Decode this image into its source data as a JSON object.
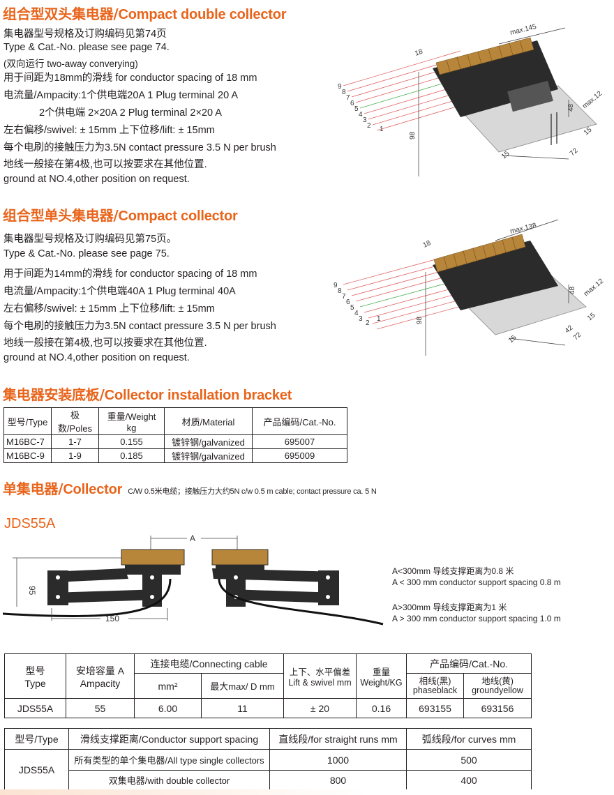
{
  "section1": {
    "title_cn": "组合型双头集电器/",
    "title_en": "Compact double collector",
    "lines": [
      "集电器型号规格及订购编码见第74页",
      "Type & Cat.-No. please see page 74.",
      "(双向运行 two-away converying)",
      "用于间距为18mm的滑线 for conductor spacing of 18 mm",
      "电流量/Ampacity:1个供电端20A    1 Plug terminal 20 A",
      "2个供电端 2×20A  2 Plug terminal 2×20 A",
      "左右偏移/swivel: ± 15mm   上下位移/lift: ± 15mm",
      "每个电刷的接触压力为3.5N contact pressure 3.5 N per brush",
      "地线一般接在第4极,也可以按要求在其他位置.",
      "ground at NO.4,other position on request."
    ],
    "dims": {
      "max": "max.145",
      "spacing": "18",
      "height": "98",
      "h48": "48",
      "max12": "max.12",
      "d15a": "15",
      "d72": "72",
      "d15b": "15"
    },
    "poles": [
      "9",
      "8",
      "7",
      "6",
      "5",
      "4",
      "3",
      "2",
      "1"
    ]
  },
  "section2": {
    "title_cn": "组合型单头集电器/",
    "title_en": "Compact  collector",
    "lines": [
      "集电器型号规格及订购编码见第75页。",
      "Type & Cat.-No. please see page 75.",
      "用于间距为14mm的滑线 for conductor spacing of 18 mm",
      "电流量/Ampacity:1个供电端40A    1 Plug terminal 40A",
      "左右偏移/swivel: ± 15mm   上下位移/lift: ± 15mm",
      "每个电刷的接触压力为3.5N contact pressure 3.5 N per brush",
      "地线一般接在第4极,也可以按要求在其他位置.",
      "ground at NO.4,other position on request."
    ],
    "dims": {
      "max": "max.138",
      "spacing": "18",
      "height": "98",
      "h48": "48",
      "max12": "max.12",
      "d15a": "15",
      "d42": "42",
      "d72": "72",
      "d15b": "15"
    },
    "poles": [
      "9",
      "8",
      "7",
      "6",
      "5",
      "4",
      "3",
      "2",
      "1"
    ]
  },
  "section3": {
    "title_cn": "集电器安装底板/",
    "title_en": "Collector installation bracket",
    "headers": [
      "型号/Type",
      "极数/Poles",
      "重量/Weight kg",
      "材质/Material",
      "产品编码/Cat.-No."
    ],
    "rows": [
      [
        "M16BC-7",
        "1-7",
        "0.155",
        "镀锌钢/galvanized",
        "695007"
      ],
      [
        "M16BC-9",
        "1-9",
        "0.185",
        "镀锌钢/galvanized",
        "695009"
      ]
    ]
  },
  "section4": {
    "title_cn": "单集电器/",
    "title_en": "Collector",
    "note": "C/W 0.5米电缆；接触压力大约5N  c/w 0.5 m cable; contact pressure ca. 5 N",
    "model": "JDS55A",
    "dims": {
      "a": "A",
      "h": "95",
      "w": "150"
    },
    "notes": [
      "A<300mm 导线支撑距离为0.8 米",
      "A < 300 mm conductor support spacing 0.8 m",
      "A>300mm 导线支撑距离为1 米",
      "A > 300 mm conductor support spacing 1.0 m"
    ]
  },
  "table_jds": {
    "h_type_cn": "型号",
    "h_type_en": "Type",
    "h_amp_cn": "安培容量 A",
    "h_amp_en": "Ampacity",
    "h_cable": "连接电缆/Connecting cable",
    "h_mm2": "mm²",
    "h_maxd": "最大max/ D mm",
    "h_lift_cn": "上下、水平偏差",
    "h_lift_en": "Lift & swivel mm",
    "h_weight_cn": "重量",
    "h_weight_en": "Weight/KG",
    "h_cat": "产品编码/Cat.-No.",
    "h_phase_cn": "相线(黑)",
    "h_phase_en": "phaseblack",
    "h_ground_cn": "地线(黄)",
    "h_ground_en": "groundyellow",
    "row": [
      "JDS55A",
      "55",
      "6.00",
      "11",
      "± 20",
      "0.16",
      "693155",
      "693156"
    ]
  },
  "table_spacing": {
    "headers": [
      "型号/Type",
      "滑线支撑距离/Conductor support spacing",
      "直线段/for straight runs mm",
      "弧线段/for curves mm"
    ],
    "type": "JDS55A",
    "rows": [
      [
        "所有类型的单个集电器/All type single collectors",
        "1000",
        "500"
      ],
      [
        "双集电器/with double collector",
        "800",
        "400"
      ]
    ]
  }
}
